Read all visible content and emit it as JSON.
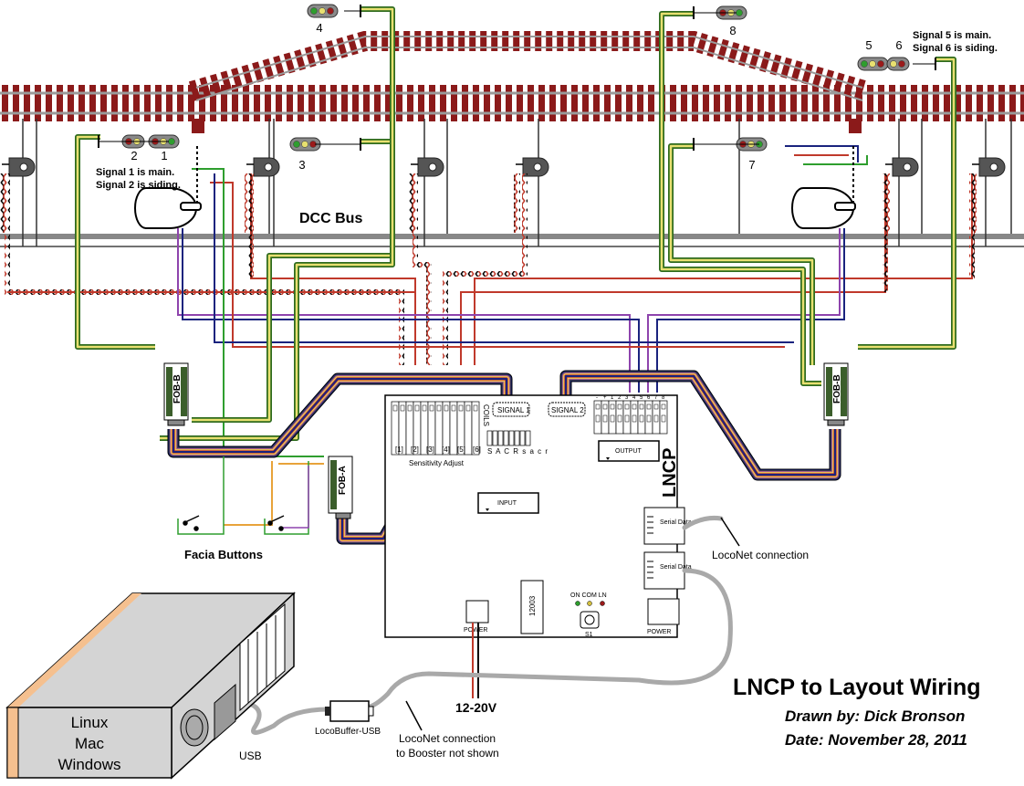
{
  "title": "LNCP to Layout Wiring",
  "drawn_by": "Drawn by: Dick Bronson",
  "date": "Date: November 28, 2011",
  "signals": [
    {
      "id": "1",
      "label": "1",
      "heads": [
        "red",
        "yellow",
        "green"
      ]
    },
    {
      "id": "2",
      "label": "2",
      "heads": [
        "red",
        "yellow"
      ]
    },
    {
      "id": "3",
      "label": "3",
      "heads": [
        "green",
        "yellow",
        "red"
      ]
    },
    {
      "id": "4",
      "label": "4",
      "heads": [
        "green",
        "yellow",
        "red"
      ]
    },
    {
      "id": "5",
      "label": "5",
      "heads": [
        "green",
        "yellow",
        "red"
      ]
    },
    {
      "id": "6",
      "label": "6",
      "heads": [
        "yellow",
        "red"
      ]
    },
    {
      "id": "7",
      "label": "7",
      "heads": [
        "red",
        "yellow",
        "green"
      ]
    },
    {
      "id": "8",
      "label": "8",
      "heads": [
        "red",
        "yellow",
        "green"
      ]
    }
  ],
  "notes": {
    "left_line1": "Signal 1 is main.",
    "left_line2": "Signal 2 is siding.",
    "right_line1": "Signal 5 is main.",
    "right_line2": "Signal 6 is siding."
  },
  "labels": {
    "dcc_bus": "DCC Bus",
    "facia_buttons": "Facia Buttons",
    "fob_b_left": "FOB-B",
    "fob_b_right": "FOB-B",
    "fob_a": "FOB-A",
    "lncp": "LNCP",
    "signal1_conn": "SIGNAL 1",
    "signal2_conn": "SIGNAL 2",
    "coils": "COILS",
    "sensitivity_adjust": "Sensitivity Adjust",
    "sensitivity_numbers": [
      "1",
      "2",
      "3",
      "4",
      "5",
      "6"
    ],
    "jumper_letters": "S A C R s a c r",
    "output_pins": [
      "-",
      "+",
      "1",
      "2",
      "3",
      "4",
      "5",
      "6",
      "7",
      "8"
    ],
    "output": "OUTPUT",
    "input": "INPUT",
    "serial_data": "Serial Data",
    "power_left": "POWER",
    "power_right": "POWER",
    "chip": "12003",
    "leds": "ON COM LN",
    "switch_s1": "S1",
    "voltage": "12-20V",
    "loconet_connection": "LocoNet connection",
    "loconet_booster_line1": "LocoNet connection",
    "loconet_booster_line2": "to Booster not shown",
    "locobuffer": "LocoBuffer-USB",
    "usb": "USB",
    "computer_os": [
      "Linux",
      "Mac",
      "Windows"
    ]
  },
  "colors": {
    "tie": "#8b1a1a",
    "rail": "#9a9a9a",
    "wire_red": "#c0392b",
    "wire_blue": "#1a237e",
    "wire_purple": "#8e44ad",
    "wire_green": "#2e9e2e",
    "wire_yellow": "#e8e070",
    "wire_orange": "#e8a33a",
    "cable_gray": "#a9a9a9",
    "computer_face": "#d4d4d4",
    "computer_stripe": "#f5c08f"
  }
}
